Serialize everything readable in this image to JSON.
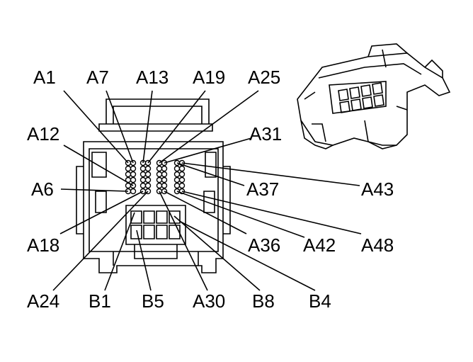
{
  "labels": {
    "A1": "A1",
    "A7": "A7",
    "A13": "A13",
    "A19": "A19",
    "A25": "A25",
    "A12": "A12",
    "A31": "A31",
    "A6": "A6",
    "A37": "A37",
    "A43": "A43",
    "A18": "A18",
    "A36": "A36",
    "A42": "A42",
    "A48": "A48",
    "A24": "A24",
    "B1": "B1",
    "B5": "B5",
    "A30": "A30",
    "B8": "B8",
    "B4": "B4"
  }
}
